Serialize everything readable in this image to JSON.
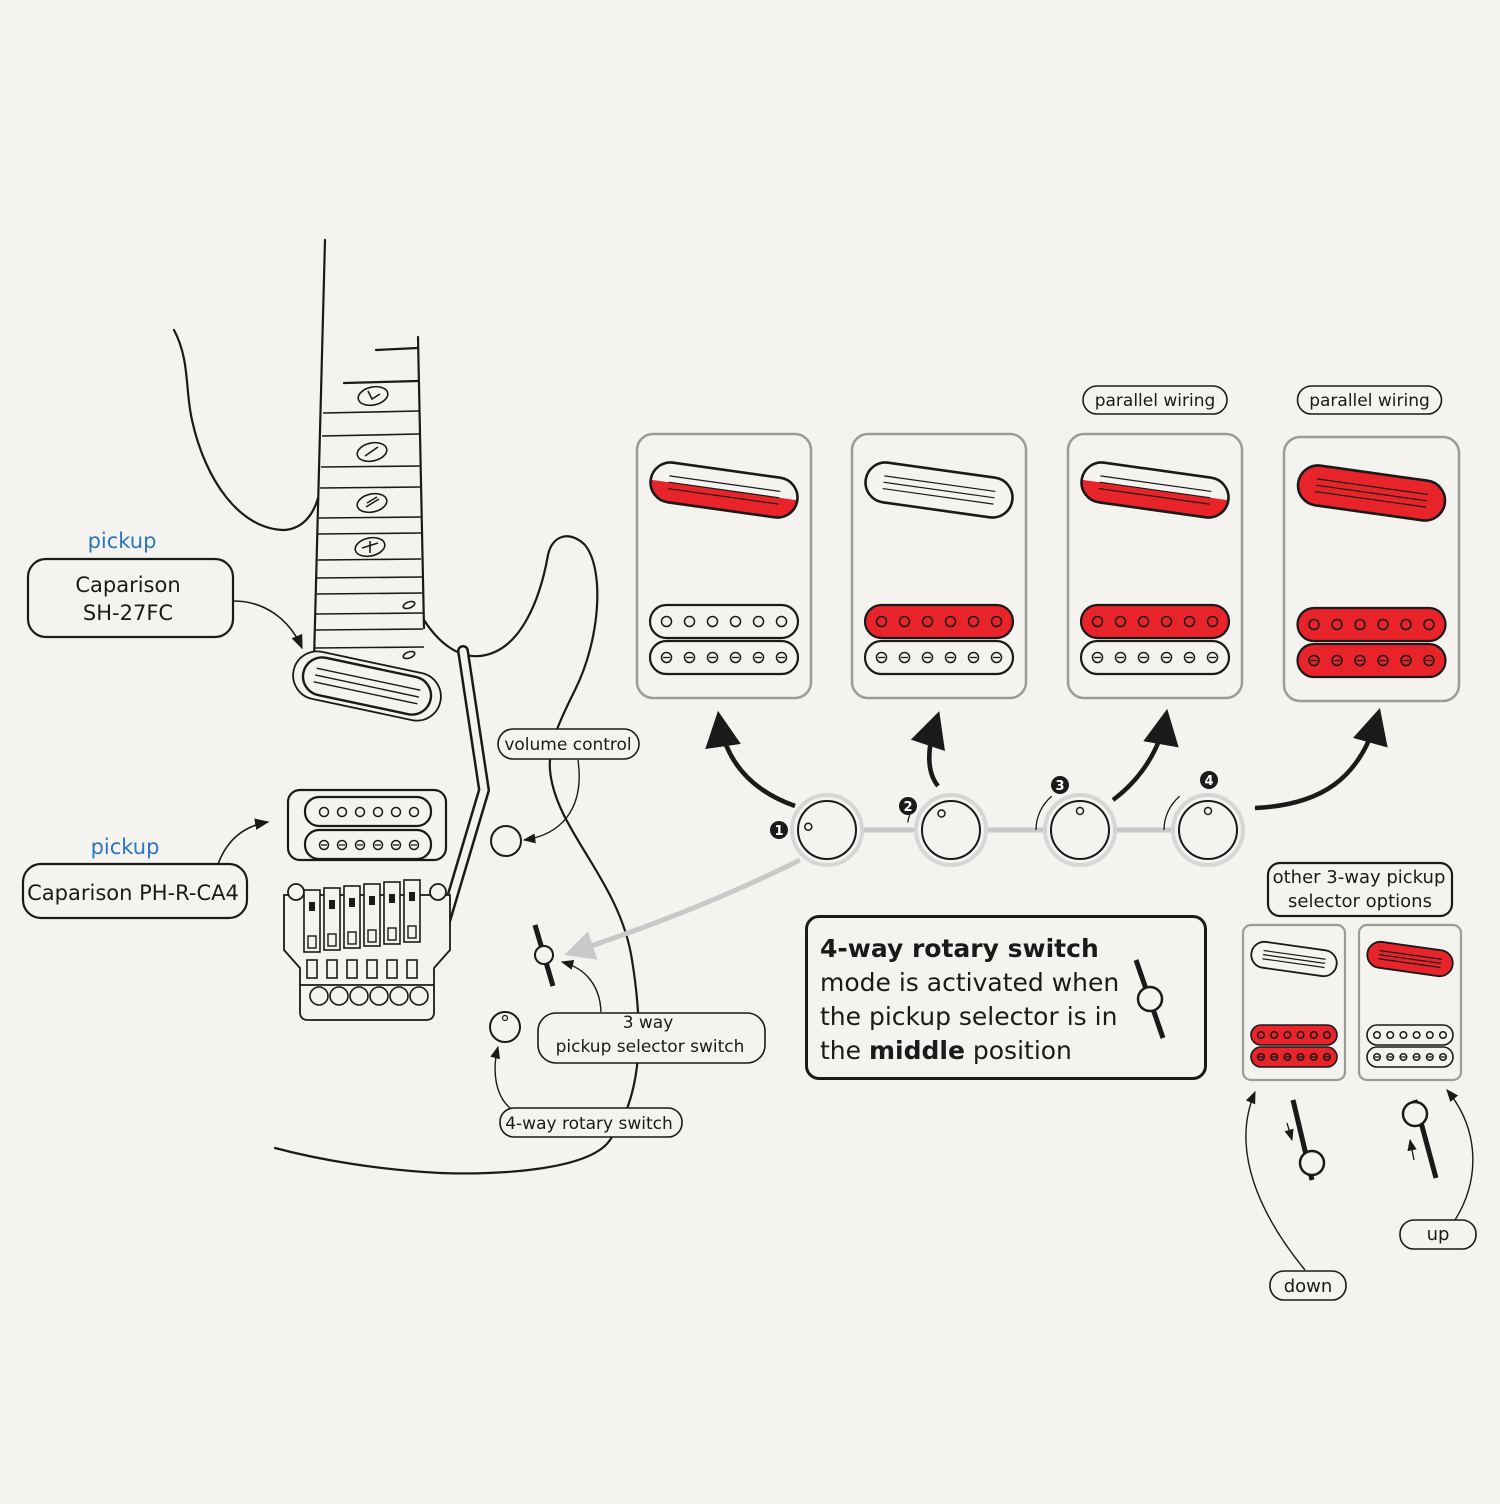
{
  "colors": {
    "background": "#f4f3ef",
    "line": "#1a1a1a",
    "active_coil": "#e8232a",
    "label_blue": "#2a77c0",
    "box_border": "#9b9b9b",
    "track": "#c9c9c9"
  },
  "guitar": {
    "neck_pickup": {
      "title": "pickup",
      "model_line1": "Caparison",
      "model_line2": "SH-27FC"
    },
    "bridge_pickup": {
      "title": "pickup",
      "model": "Caparison PH-R-CA4"
    },
    "volume_label": "volume control",
    "selector_label_line1": "3 way",
    "selector_label_line2": "pickup selector switch",
    "rotary_label": "4-way rotary switch"
  },
  "rotary_positions": [
    {
      "number": "1",
      "tag": "",
      "single_coil": "lower-half",
      "humbucker_top": "off",
      "humbucker_bottom": "off"
    },
    {
      "number": "2",
      "tag": "",
      "single_coil": "off",
      "humbucker_top": "on",
      "humbucker_bottom": "off"
    },
    {
      "number": "3",
      "tag": "parallel wiring",
      "single_coil": "lower-half",
      "humbucker_top": "on",
      "humbucker_bottom": "off"
    },
    {
      "number": "4",
      "tag": "parallel wiring",
      "single_coil": "full",
      "humbucker_top": "on",
      "humbucker_bottom": "on"
    }
  ],
  "note": {
    "title": "4-way rotary switch",
    "line2": "mode is activated when",
    "line3": "the pickup selector is in",
    "line4_a": "the",
    "line4_bold": "middle",
    "line4_b": "position"
  },
  "other_options": {
    "title_line1": "other 3-way pickup",
    "title_line2": "selector options",
    "down_label": "down",
    "up_label": "up"
  }
}
